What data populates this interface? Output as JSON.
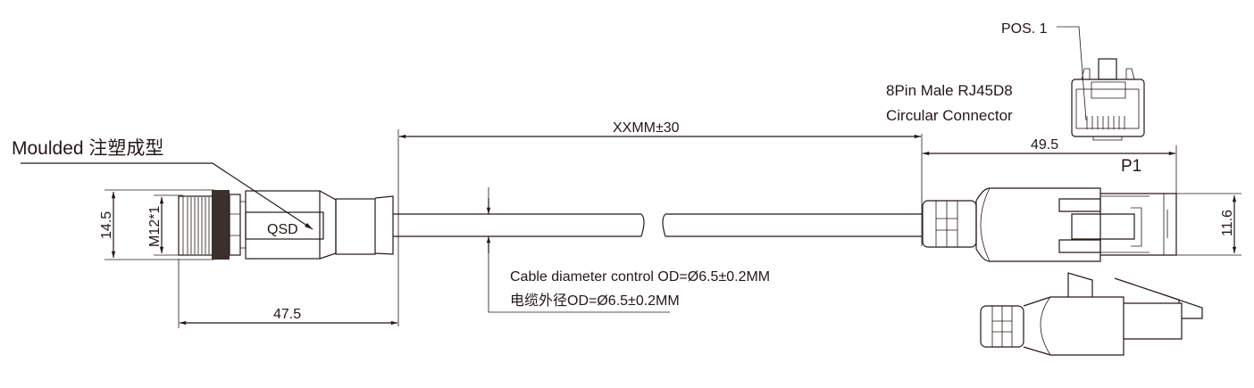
{
  "labels": {
    "moulded": "Moulded 注塑成型",
    "qsd": "QSD",
    "thread": "M12*1",
    "connector_type_line1": "8Pin Male  RJ45D8",
    "connector_type_line2": "Circular Connector",
    "pos1": "POS. 1",
    "plug_id": "P1",
    "cable_od_en": "Cable diameter control OD=Ø6.5±0.2MM",
    "cable_od_cn": "电缆外径OD=Ø6.5±0.2MM"
  },
  "dimensions": {
    "left_height": "14.5",
    "left_length": "47.5",
    "cable_length": "XXMM±30",
    "right_length": "49.5",
    "right_height": "11.6"
  },
  "colors": {
    "line": "#231815"
  }
}
